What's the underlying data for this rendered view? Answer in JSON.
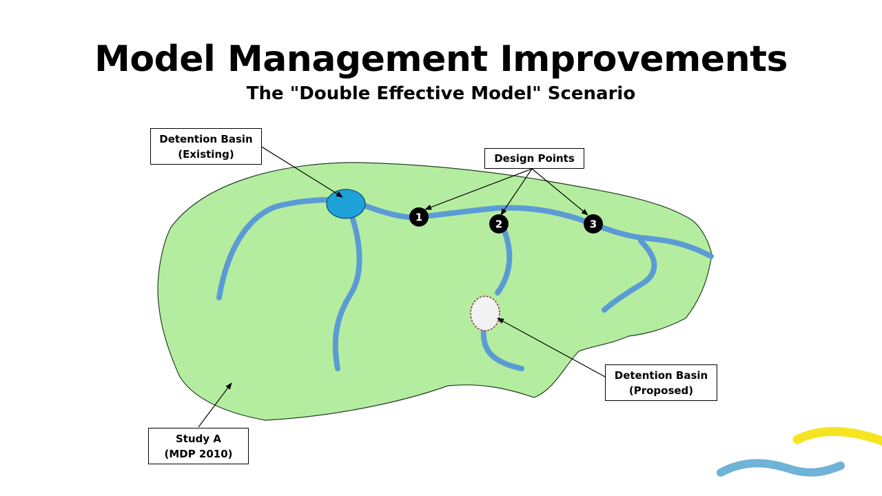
{
  "slide": {
    "title": "Model Management Improvements",
    "subtitle": "The \"Double Effective Model\" Scenario"
  },
  "labels": {
    "existing_basin": {
      "line1": "Detention Basin",
      "line2": "(Existing)"
    },
    "design_points": {
      "line1": "Design Points"
    },
    "proposed_basin": {
      "line1": "Detention Basin",
      "line2": "(Proposed)"
    },
    "study": {
      "line1": "Study A",
      "line2": "(MDP 2010)"
    }
  },
  "design_points": [
    "1",
    "2",
    "3"
  ],
  "colors": {
    "study_area": "#b5eda0",
    "stream": "#5b9bd5",
    "existing_basin": "#1ea0d8",
    "proposed_basin": "#f2f2f2",
    "design_point": "#000000",
    "accent_yellow": "#f5e521",
    "accent_blue": "#6fb3d6"
  }
}
